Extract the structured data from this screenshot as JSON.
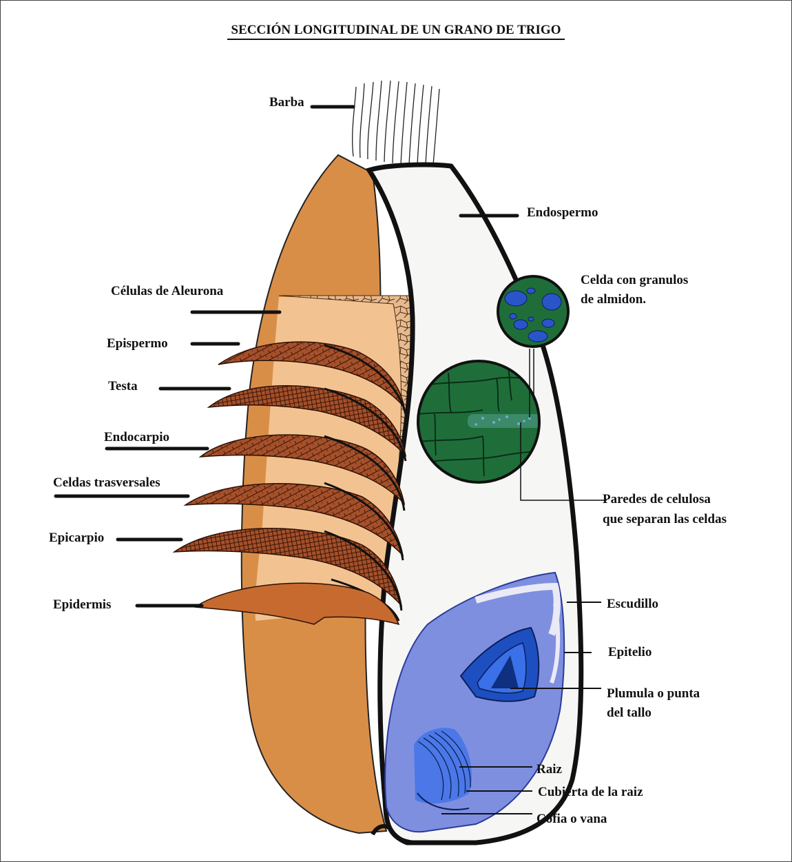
{
  "title": "SECCIÓN LONGITUDINAL DE UN GRANO DE TRIGO",
  "labels": {
    "barba": "Barba",
    "endospermo": "Endospermo",
    "celda_granulos_1": "Celda con granulos",
    "celda_granulos_2": "de almidon.",
    "celulas_aleurona": "Células de Aleurona",
    "epispermo": "Epispermo",
    "testa": "Testa",
    "endocarpio": "Endocarpio",
    "celdas_trasversales": "Celdas trasversales",
    "epicarpio": "Epicarpio",
    "epidermis": "Epidermis",
    "paredes_1": "Paredes de celulosa",
    "paredes_2": "que separan las celdas",
    "escudillo": "Escudillo",
    "epitelio": "Epitelio",
    "plumula_1": "Plumula o punta",
    "plumula_2": "del tallo",
    "raiz": "Raiz",
    "cubierta_raiz": "Cubierta de la raiz",
    "cofia": "Cofia o vana"
  },
  "colors": {
    "bran_orange": "#d8904a",
    "bran_light": "#f2c391",
    "bran_dark": "#b25c28",
    "layer_brown": "#9e4a24",
    "epidermis": "#c66a30",
    "endosperm": "#f6f6f4",
    "cell_green": "#1f6e3a",
    "starch_blue": "#2a55c8",
    "germ_blue": "#7f8fe0",
    "plumule_blue": "#1e4fc0"
  }
}
